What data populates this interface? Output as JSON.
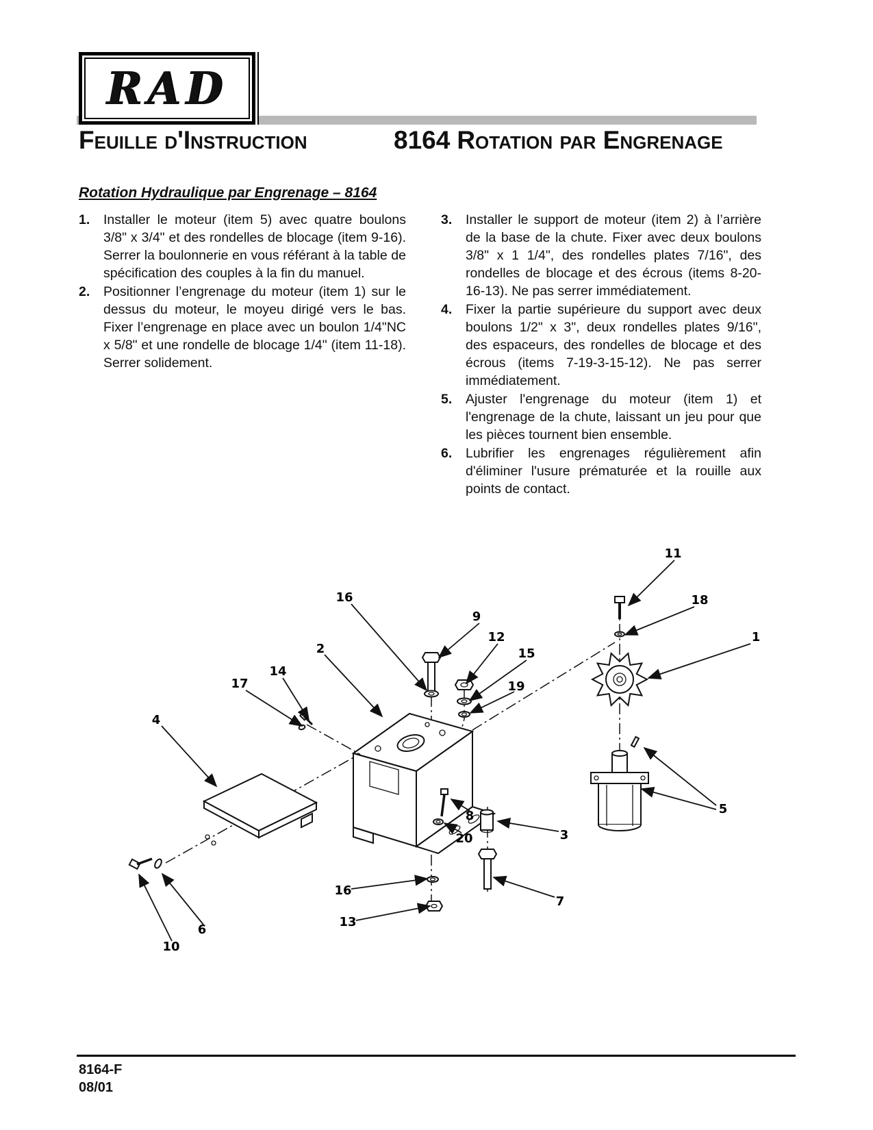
{
  "logo": {
    "text": "RAD"
  },
  "header": {
    "title_left": "Feuille d'Instruction",
    "doc_number": "8164",
    "title_right": "Rotation par Engrenage"
  },
  "section": {
    "heading": "Rotation Hydraulique par Engrenage – 8164"
  },
  "instructions": {
    "left": [
      {
        "num": "1.",
        "text": "Installer le moteur (item 5) avec quatre boulons 3/8\" x 3/4\" et des rondelles de blocage (item 9-16). Serrer la boulonnerie en vous référant à la table de spécification des couples à la fin du manuel."
      },
      {
        "num": "2.",
        "text": "Positionner l’engrenage du moteur (item 1) sur le dessus du moteur, le moyeu dirigé vers le bas. Fixer l’engrenage en place avec un boulon 1/4\"NC x 5/8\" et une rondelle de blocage 1/4\" (item 11-18). Serrer solidement."
      }
    ],
    "right": [
      {
        "num": "3.",
        "text": "Installer le support de moteur (item 2) à l’arrière de la base de la chute. Fixer avec deux boulons 3/8\" x 1 1/4\", des rondelles plates 7/16\", des rondelles de blocage et des écrous (items 8-20-16-13). Ne pas serrer immédiatement."
      },
      {
        "num": "4.",
        "text": "Fixer la partie supérieure du support avec deux boulons 1/2\" x 3\", deux rondelles plates 9/16\", des espaceurs, des rondelles de blocage et des écrous (items 7-19-3-15-12). Ne pas serrer immédiatement."
      },
      {
        "num": "5.",
        "text": "Ajuster l'engrenage du moteur (item 1) et l'engrenage de la chute, laissant un jeu pour que les pièces tournent bien ensemble."
      },
      {
        "num": "6.",
        "text": "Lubrifier les engrenages régulièrement afin d'éliminer l'usure prématurée et la rouille aux points de contact."
      }
    ]
  },
  "diagram": {
    "callouts": [
      "11",
      "18",
      "1",
      "16",
      "9",
      "12",
      "15",
      "19",
      "2",
      "14",
      "17",
      "4",
      "8",
      "3",
      "20",
      "5",
      "7",
      "16",
      "13",
      "6",
      "10"
    ]
  },
  "footer": {
    "line1": "8164-F",
    "line2": "08/01"
  }
}
